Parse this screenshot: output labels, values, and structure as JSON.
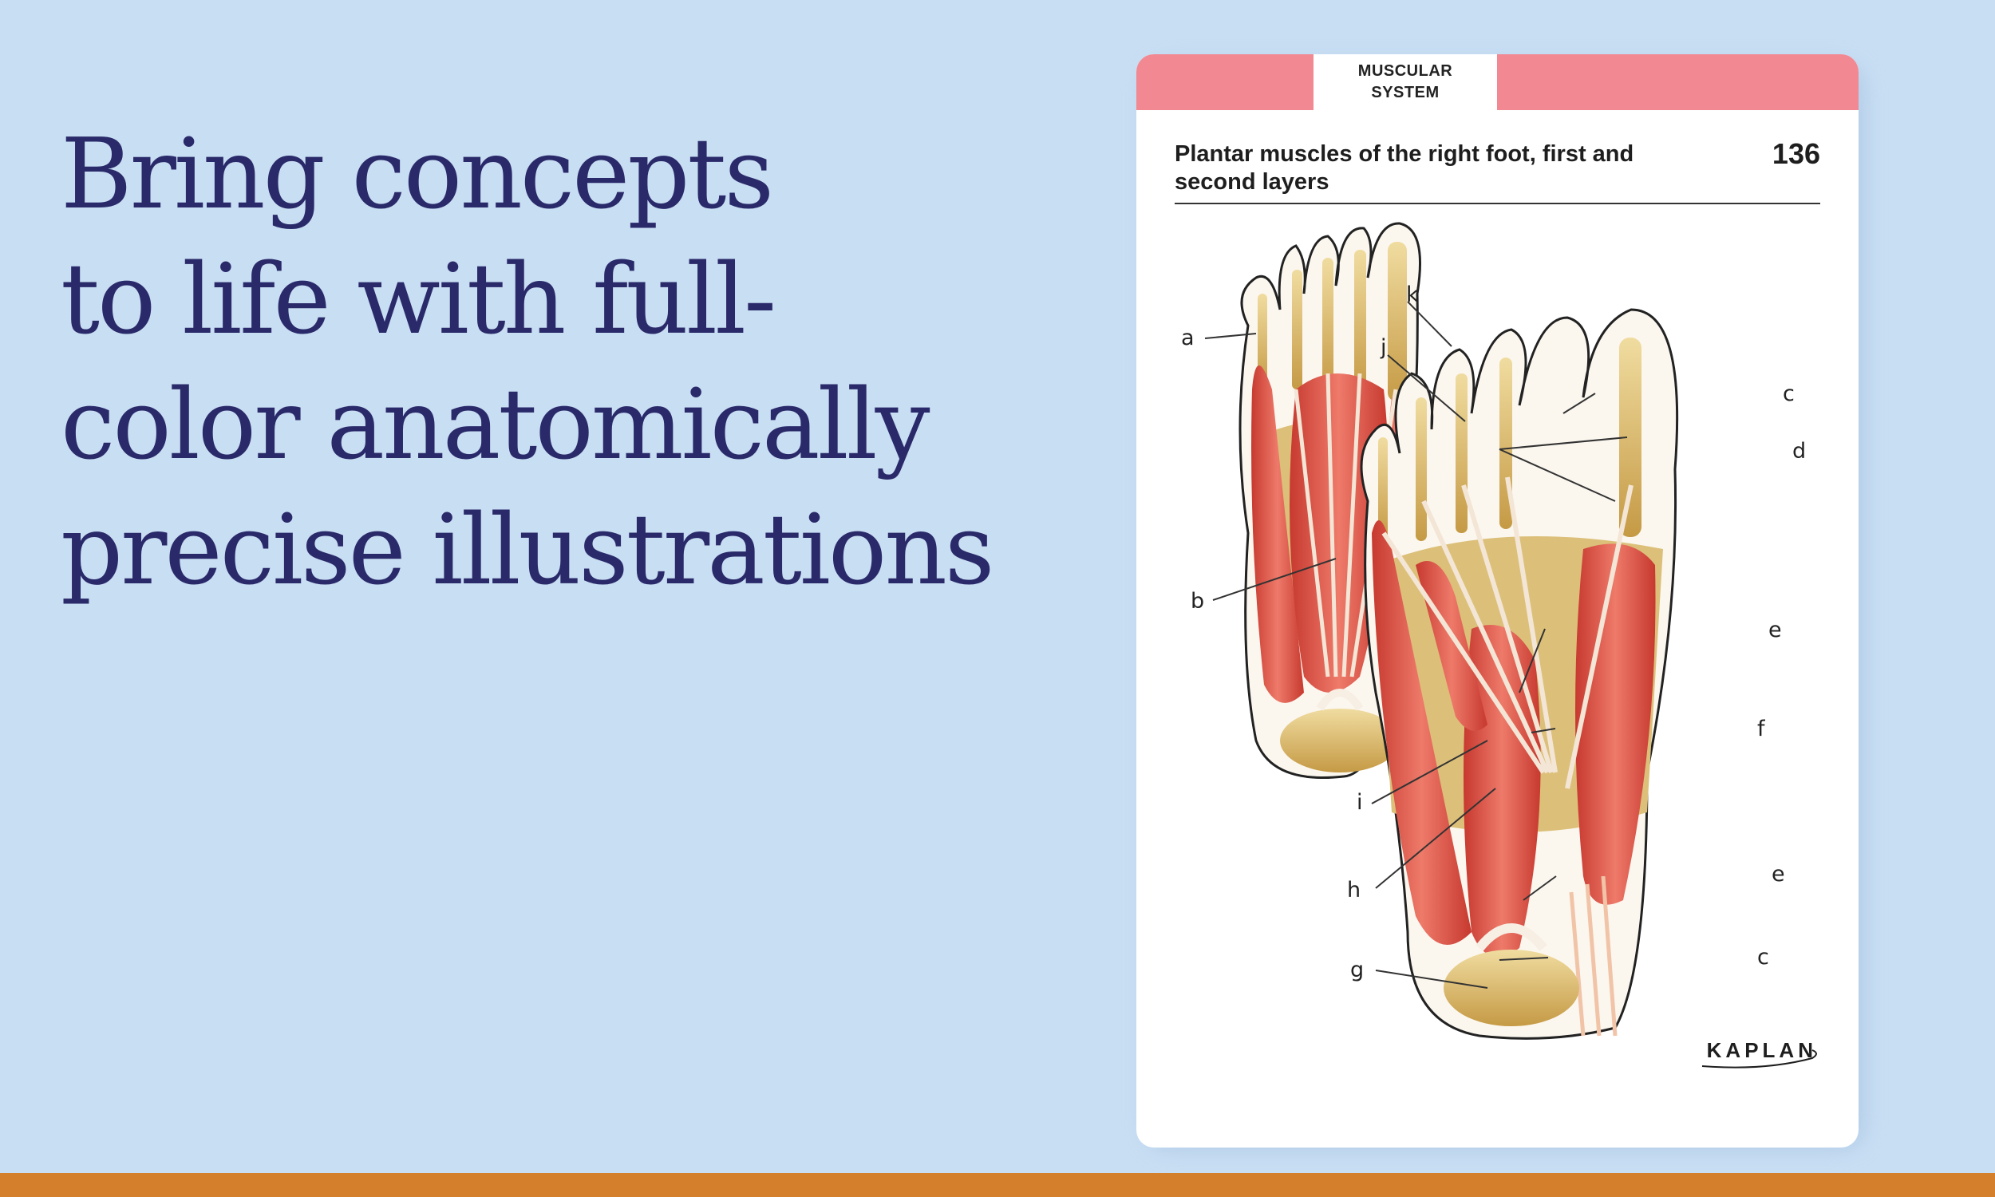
{
  "headline": {
    "line1": "Bring concepts",
    "line2": "to life with full-",
    "line3": "color anatomically",
    "line4": "precise illustrations"
  },
  "card": {
    "tab_line1": "MUSCULAR",
    "tab_line2": "SYSTEM",
    "title": "Plantar muscles of the right foot, first and second layers",
    "number": "136",
    "brand": "KAPLAN"
  },
  "labels": {
    "a": "a",
    "b": "b",
    "c": "c",
    "c2": "c",
    "d": "d",
    "e": "e",
    "e2": "e",
    "f": "f",
    "g": "g",
    "h": "h",
    "i": "i",
    "j": "j",
    "k": "k"
  },
  "colors": {
    "background": "#c8def3",
    "headline": "#2a2a6a",
    "accent_bar": "#d47f2b",
    "card_band": "#f28892",
    "muscle": "#e2554b",
    "bone": "#d9b766"
  }
}
